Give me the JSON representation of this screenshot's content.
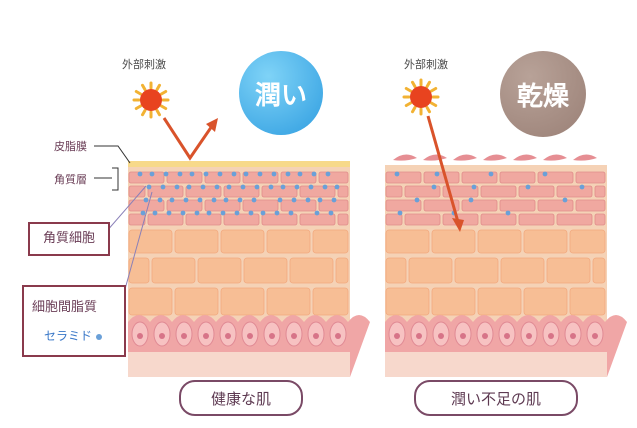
{
  "healthy": {
    "external_label": "外部刺激",
    "badge": "潤い",
    "caption": "健康な肌",
    "layer_labels": {
      "sebum": "皮脂膜",
      "stratum": "角質層"
    },
    "cell_label": "角質細胞",
    "lipid_label": "細胞間脂質",
    "ceramide_label": "セラミド"
  },
  "dry": {
    "external_label": "外部刺激",
    "badge": "乾燥",
    "caption": "潤い不足の肌"
  },
  "colors": {
    "badge_moist": "#3aa8e6",
    "badge_dry": "#a38a80",
    "skin": "#f6c9a8",
    "stratum": "#f0a8a0",
    "ceramide": "#6aa0d8",
    "arrow": "#d9532b",
    "label_border": "#8a3a4c"
  }
}
